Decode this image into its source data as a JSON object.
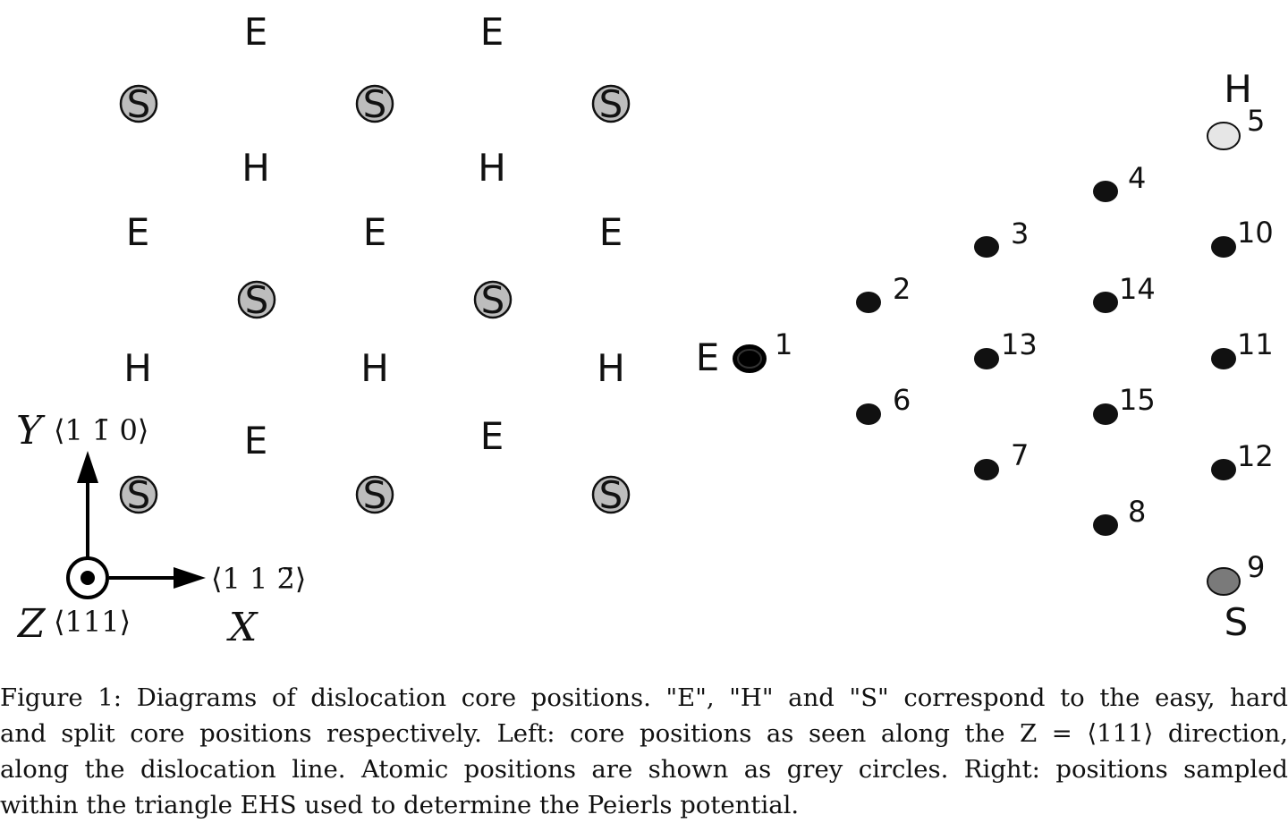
{
  "left_panel": {
    "labels": {
      "E": "E",
      "H": "H",
      "S": "S"
    },
    "axes": {
      "y_name": "Y",
      "y_dir": "⟨1 1̄ 0⟩",
      "x_name": "X",
      "x_dir": "⟨1 1 2̄⟩",
      "z_name": "Z",
      "z_dir": "⟨111⟩"
    }
  },
  "right_panel": {
    "corner_labels": {
      "E": "E",
      "H": "H",
      "S": "S"
    },
    "points": [
      "1",
      "2",
      "3",
      "4",
      "5",
      "6",
      "7",
      "8",
      "9",
      "10",
      "11",
      "12",
      "13",
      "14",
      "15"
    ]
  },
  "caption": {
    "lines": [
      "Figure 1: Diagrams of dislocation core positions. \"E\", \"H\" and \"S\" correspond to the easy, hard",
      "and split core positions respectively. Left: core positions as seen along the Z = ⟨111⟩ direction,",
      "along the dislocation line. Atomic positions are shown as grey circles. Right: positions sampled",
      "within the triangle EHS used to determine the Peierls potential."
    ]
  },
  "colors": {
    "atom_fill": "#bdbdbd",
    "point_fill": "#111111",
    "h_point_fill": "#e6e6e6",
    "s_point_fill": "#7a7a7a"
  }
}
